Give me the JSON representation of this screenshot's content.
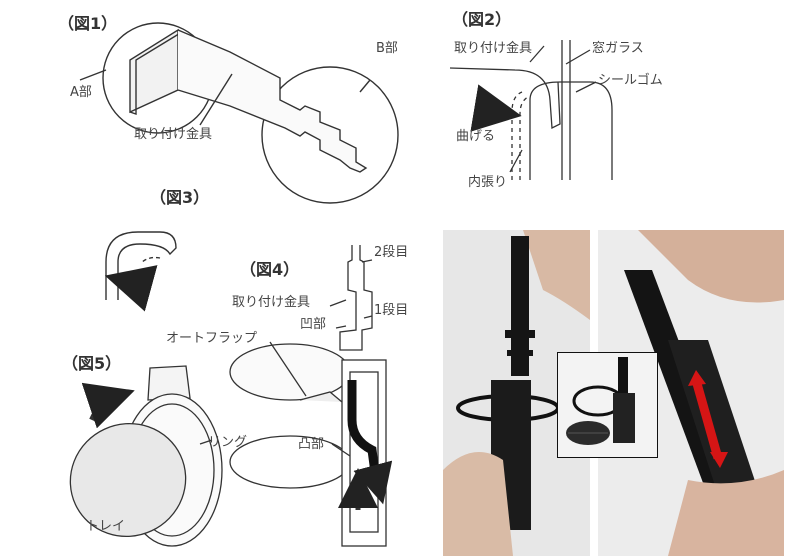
{
  "figures": {
    "fig1": "（図1）",
    "fig2": "（図2）",
    "fig3": "（図3）",
    "fig4": "（図4）",
    "fig5": "（図5）"
  },
  "labels": {
    "a_part": "A部",
    "b_part": "B部",
    "bracket": "取り付け金具",
    "fig2_bracket": "取り付け金具",
    "window_glass": "窓ガラス",
    "seal_rubber": "シールゴム",
    "bend": "曲げる",
    "inner_lining": "内張り",
    "fig4_bracket": "取り付け金具",
    "step2": "2段目",
    "step1": "1段目",
    "recess": "凹部",
    "auto_flap": "オートフラップ",
    "protrusion": "凸部",
    "ring": "リング",
    "tray": "トレイ"
  }
}
